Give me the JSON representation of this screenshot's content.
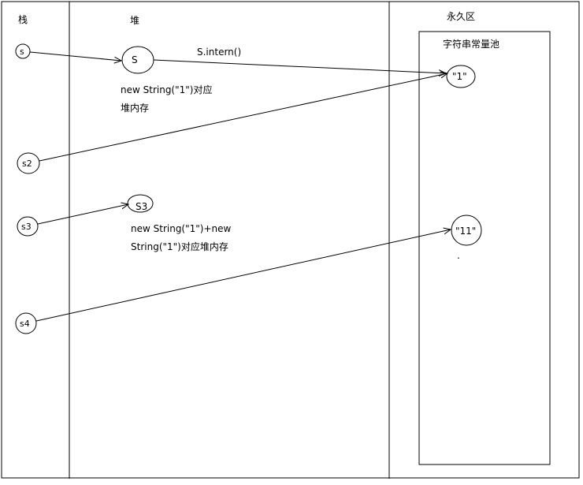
{
  "regions": {
    "stack": "栈",
    "heap": "堆",
    "permgen": "永久区",
    "pool": "字符串常量池"
  },
  "nodes": {
    "s": "s",
    "s2": "s2",
    "s3": "s3",
    "s4": "s4",
    "heap_S": "S",
    "heap_S3": "S3",
    "pool_1": "\"1\"",
    "pool_11": "\"11\""
  },
  "labels": {
    "intern": "S.intern()",
    "heap_note1_line1": "new String(\"1\")对应",
    "heap_note1_line2": "堆内存",
    "heap_note2_line1": "new String(\"1\")+new",
    "heap_note2_line2": "String(\"1\")对应堆内存",
    "dot": "."
  }
}
